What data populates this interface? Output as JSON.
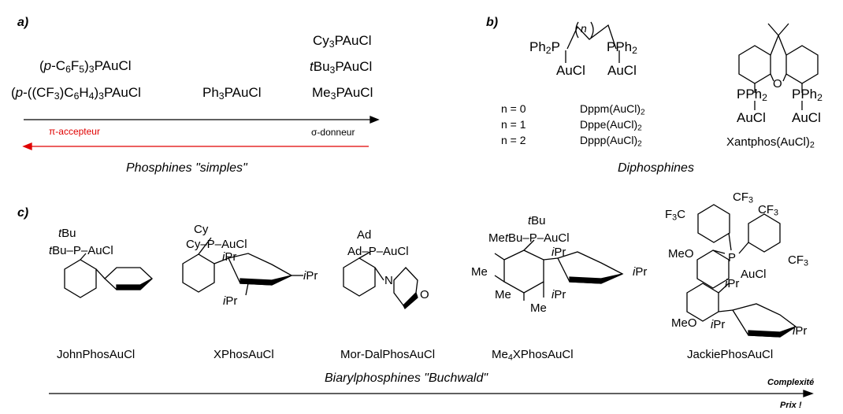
{
  "panel_a": {
    "label": "a)",
    "left_col": [
      "(p-C6F5)3PAuCl",
      "(p-((CF3)C6H4)3PAuCl"
    ],
    "mid_col": "Ph3PAuCl",
    "right_col": [
      "Cy3PAuCl",
      "tBu3PAuCl",
      "Me3PAuCl"
    ],
    "arrow_right_label": "σ-donneur",
    "arrow_left_label": "π-accepteur",
    "arrow_left_color": "#e00000",
    "caption": "Phosphines \"simples\""
  },
  "panel_b": {
    "label": "b)",
    "chain_index": "n",
    "atoms": {
      "ph2p": "Ph2P",
      "pph2": "PPh2",
      "aucl": "AuCl",
      "o": "O",
      "pph2_xant": "PPh2"
    },
    "n_values": [
      "n = 0",
      "n = 1",
      "n = 2"
    ],
    "names": [
      "Dppm(AuCl)2",
      "Dppe(AuCl)2",
      "Dppp(AuCl)2"
    ],
    "xantphos": "Xantphos(AuCl)2",
    "caption": "Diphosphines"
  },
  "panel_c": {
    "label": "c)",
    "ligands": [
      "JohnPhosAuCl",
      "XPhosAuCl",
      "Mor-DalPhosAuCl",
      "Me4XPhosAuCl",
      "JackiePhosAuCl"
    ],
    "atoms": {
      "tbu": "tBu",
      "tbu_p": "tBu–P",
      "aucl": "–AuCl",
      "cy": "Cy",
      "cy_p": "Cy–P",
      "ipr": "iPr",
      "ad": "Ad",
      "ad_p": "Ad–P",
      "n": "N",
      "o": "O",
      "me": "Me",
      "metbu_p": "MetBu–P",
      "cf3": "CF3",
      "f3c": "F3C",
      "meo": "MeO",
      "p": "P",
      "aucl_plain": "AuCl"
    },
    "caption": "Biarylphosphines \"Buchwald\"",
    "axis_labels": [
      "Complexité",
      "Prix !"
    ]
  }
}
